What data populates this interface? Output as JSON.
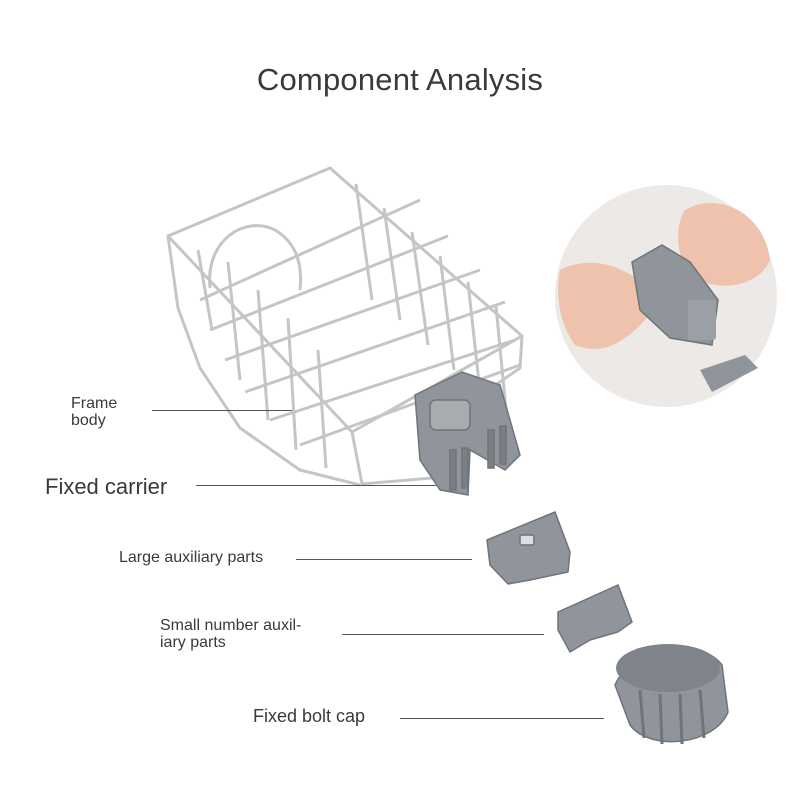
{
  "title": "Component Analysis",
  "labels": {
    "frame_body": "Frame\nbody",
    "fixed_carrier": "Fixed carrier",
    "large_aux": "Large auxiliary parts",
    "small_aux": "Small number auxil-\niary parts",
    "bolt_cap": "Fixed bolt cap"
  },
  "colors": {
    "part_gray": "#8f959b",
    "wire": "#c7cacd",
    "text": "#3a3a3a"
  }
}
